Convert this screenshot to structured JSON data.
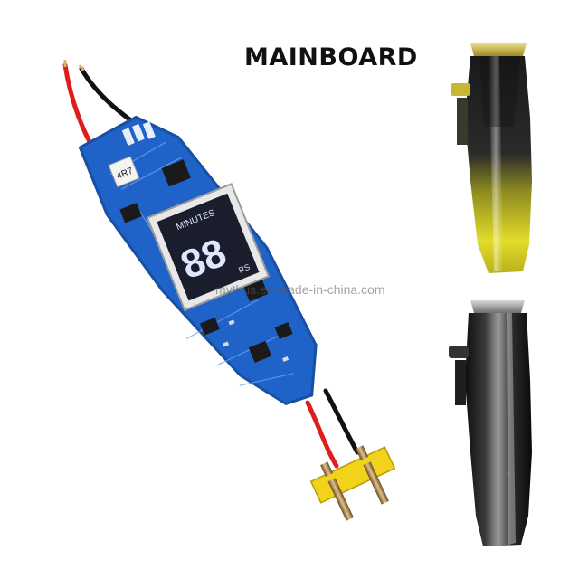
{
  "title": "MAINBOARD",
  "watermark": "mythus.en.made-in-china.com",
  "board": {
    "display_label_top": "MINUTES",
    "display_label_side": "RS",
    "display_digits": "88",
    "chip_marking": "4R7"
  },
  "colors": {
    "pcb": "#1f63c9",
    "pcb_dark": "#174fa3",
    "wire_red": "#e01d1d",
    "wire_black": "#111111",
    "connector": "#f2d31b",
    "clipper_gold": "#c9c21c",
    "clipper_black": "#1b1b1b"
  },
  "icons": [
    "pcb-board",
    "lcd-display",
    "gold-clipper",
    "black-clipper",
    "wires",
    "connector-pins"
  ]
}
